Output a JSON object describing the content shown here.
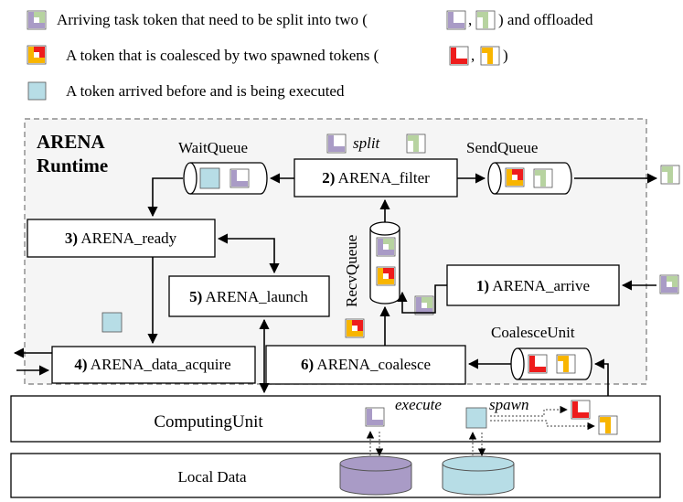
{
  "legend": {
    "item1": "Arriving task token that need to be split into two (",
    "item1_sep": ",",
    "item1_tail": ") and offloaded",
    "item2": "A token that is coalesced by two spawned tokens (",
    "item2_sep": ",",
    "item2_tail": ")",
    "item3": "A token arrived before and is being executed"
  },
  "runtime": {
    "title_line1": "ARENA",
    "title_line2": "Runtime"
  },
  "labels": {
    "wait_queue": "WaitQueue",
    "send_queue": "SendQueue",
    "recv_queue": "RecvQueue",
    "coalesce_unit": "CoalesceUnit",
    "split": "split",
    "execute": "execute",
    "spawn": "spawn"
  },
  "boxes": {
    "filter_num": "2)",
    "filter": " ARENA_filter",
    "ready_num": "3)",
    "ready": " ARENA_ready",
    "launch_num": "5)",
    "launch": " ARENA_launch",
    "arrive_num": "1)",
    "arrive": " ARENA_arrive",
    "acquire_num": "4)",
    "acquire": " ARENA_data_acquire",
    "coalesce_num": "6)",
    "coalesce": " ARENA_coalesce",
    "computing_unit": "ComputingUnit",
    "local_data": "Local Data"
  },
  "colors": {
    "purple": "#a99bc6",
    "green": "#b7d3a0",
    "red": "#ee1c1c",
    "yellow": "#f8b500",
    "cyan": "#b7dde6",
    "runtime_bg": "#f5f5f5",
    "db_purple": "#a99bc6",
    "db_cyan": "#b7dde6"
  }
}
